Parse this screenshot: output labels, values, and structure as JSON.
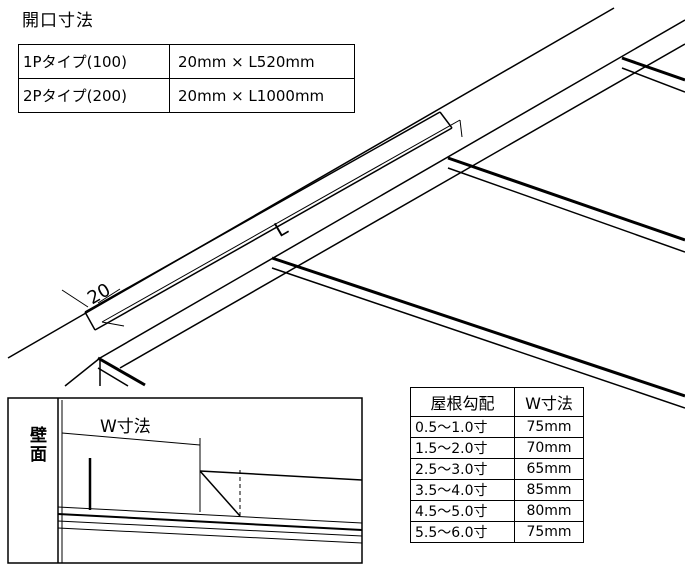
{
  "opening": {
    "title": "開口寸法",
    "rows": [
      {
        "type": "1Pタイプ(100)",
        "size": "20mm × L520mm"
      },
      {
        "type": "2Pタイプ(200)",
        "size": "20mm × L1000mm"
      }
    ]
  },
  "labels": {
    "length": "L",
    "width": "20",
    "wall": "壁面",
    "w_dimension": "W寸法"
  },
  "pitch_table": {
    "headers": [
      "屋根勾配",
      "W寸法"
    ],
    "rows": [
      {
        "pitch": "0.5〜1.0寸",
        "w": "75mm"
      },
      {
        "pitch": "1.5〜2.0寸",
        "w": "70mm"
      },
      {
        "pitch": "2.5〜3.0寸",
        "w": "65mm"
      },
      {
        "pitch": "3.5〜4.0寸",
        "w": "85mm"
      },
      {
        "pitch": "4.5〜5.0寸",
        "w": "80mm"
      },
      {
        "pitch": "5.5〜6.0寸",
        "w": "75mm"
      }
    ]
  }
}
